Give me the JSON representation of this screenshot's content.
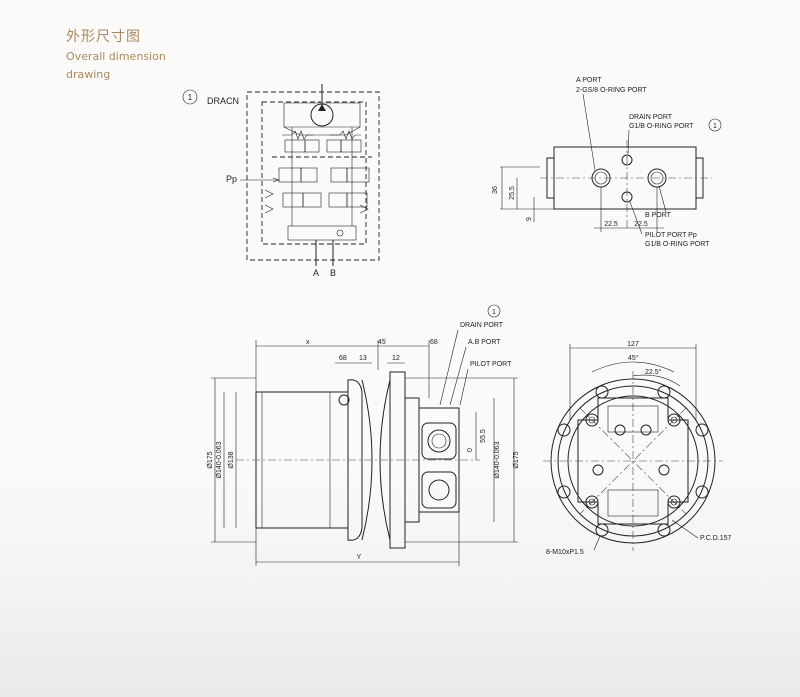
{
  "header": {
    "title_cn": "外形尺寸图",
    "title_en_line1": "Overall dimension",
    "title_en_line2": "drawing"
  },
  "circuit": {
    "marker": "1",
    "drain_label": "DRACN",
    "pilot_label": "Pp",
    "port_a": "A",
    "port_b": "B"
  },
  "port_view": {
    "a_port_line1": "A PORT",
    "a_port_line2": "2-GS/8 O-RING PORT",
    "drain_line1": "DRAIN PORT",
    "drain_line2": "G1/B O-RING PORT",
    "marker": "1",
    "b_port": "B PORT",
    "pilot_line1": "PILOT PORT Pp",
    "pilot_line2": "G1/B O-RING PORT",
    "dim_36": "36",
    "dim_25_5": "25.5",
    "dim_9": "9",
    "dim_22_5_a": "22.5",
    "dim_22_5_b": "22.5"
  },
  "side_view": {
    "marker": "1",
    "drain_port": "DRAIN PORT",
    "ab_port": "A.B PORT",
    "pilot_port": "PILOT PORT",
    "dim_x": "x",
    "dim_45": "45",
    "dim_68_top": "68",
    "dim_68": "68",
    "dim_13": "13",
    "dim_12": "12",
    "dim_d175_left": "Ø175",
    "dim_d140_left": "Ø140-0.063",
    "dim_d138": "Ø138",
    "dim_0": "0",
    "dim_55_5": "55.5",
    "dim_d140_right": "Ø140-0.063",
    "dim_d175_right": "Ø175",
    "dim_y": "Y"
  },
  "front_view": {
    "dim_127": "127",
    "dim_45deg": "45°",
    "dim_22_5deg": "22.5°",
    "pcd": "P.C.D.157",
    "bolt": "8-M10xP1.5"
  }
}
